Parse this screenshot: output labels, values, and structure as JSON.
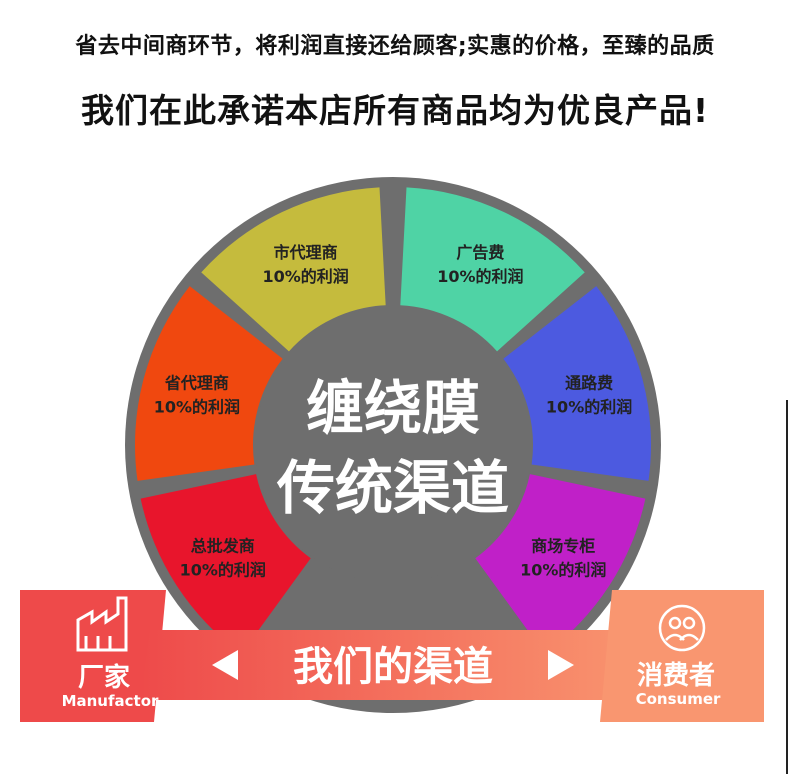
{
  "header": {
    "line1": "省去中间商环节，将利润直接还给顾客;实惠的价格，至臻的品质",
    "line2": "我们在此承诺本店所有商品均为优良产品!"
  },
  "wheel": {
    "center_line1": "缠绕膜",
    "center_line2": "传统渠道",
    "segments": [
      {
        "title": "总批发商",
        "profit": "10%的利润",
        "color": "#e8152c"
      },
      {
        "title": "省代理商",
        "profit": "10%的利润",
        "color": "#f0480f"
      },
      {
        "title": "市代理商",
        "profit": "10%的利润",
        "color": "#c5bb3d"
      },
      {
        "title": "广告费",
        "profit": "10%的利润",
        "color": "#4fd3a5"
      },
      {
        "title": "通路费",
        "profit": "10%的利润",
        "color": "#4c5ae0"
      },
      {
        "title": "商场专柜",
        "profit": "10%的利润",
        "color": "#c020c8"
      }
    ],
    "rim_color": "#6e6e6e",
    "hub_color": "#6e6e6e"
  },
  "banner": {
    "text": "我们的渠道",
    "left_cn": "厂家",
    "left_en": "Manufactor",
    "right_cn": "消费者",
    "right_en": "Consumer",
    "left_icon": "factory-icon",
    "right_icon": "people-icon",
    "colors": {
      "left": "#ee4a4a",
      "right": "#f99670"
    }
  }
}
